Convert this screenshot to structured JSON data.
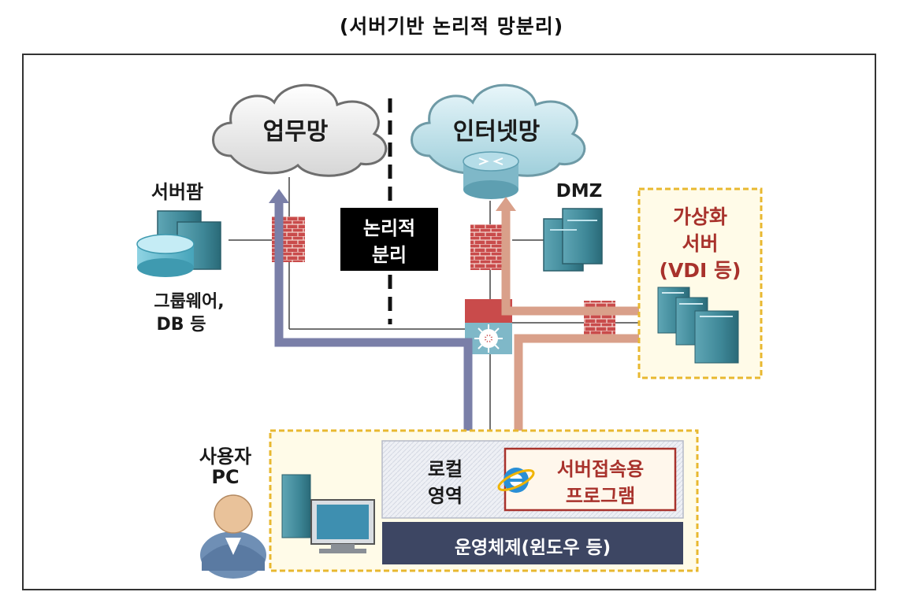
{
  "title": "(서버기반 논리적 망분리)",
  "business_network": "업무망",
  "internet_network": "인터넷망",
  "server_farm": "서버팜",
  "groupware_line1": "그룹웨어,",
  "groupware_line2": "DB 등",
  "logical_sep_line1": "논리적",
  "logical_sep_line2": "분리",
  "dmz": "DMZ",
  "virtual_server_line1": "가상화",
  "virtual_server_line2": "서버",
  "virtual_server_line3": "(VDI 등)",
  "user_pc_line1": "사용자",
  "user_pc_line2": "PC",
  "local_area_line1": "로컬",
  "local_area_line2": "영역",
  "server_program_line1": "서버접속용",
  "server_program_line2": "프로그램",
  "os_label": "운영체제(윈도우 등)",
  "colors": {
    "blue_path": "#7a7fa8",
    "orange_path": "#d9a08a",
    "vdi_text": "#a8322c",
    "yellow_border": "#e8b830",
    "os_bar": "#3d4663"
  }
}
